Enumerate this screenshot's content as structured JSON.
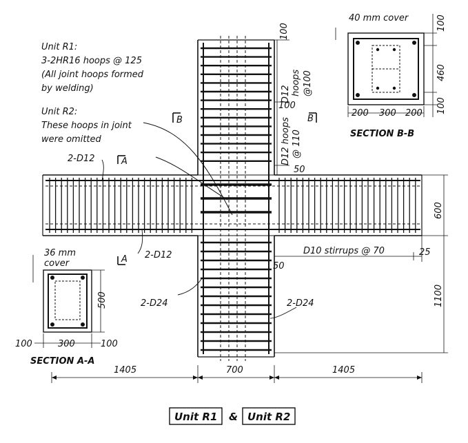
{
  "notes": {
    "r1": [
      "Unit R1:",
      "3-2HR16 hoops @ 125",
      "(All joint hoops formed",
      "by welding)"
    ],
    "r2": [
      "Unit R2:",
      "These hoops in joint",
      "were omitted"
    ]
  },
  "labels": {
    "beam_top_bars": "2-D12",
    "beam_bot_bars": "2-D12",
    "col_bars_left": "2-D24",
    "col_bars_right": "2-D24",
    "sec_a_top": "A",
    "sec_a_bot": "A",
    "sec_b_left": "B",
    "sec_b_right": "B",
    "stirrups": "D10 stirrups @ 70",
    "col_hoops_upper_a": "D12",
    "col_hoops_upper_b": "hoops",
    "col_hoops_upper_c": "@100",
    "col_hoops_lower_a": "D12 hoops",
    "col_hoops_lower_b": "@ 110"
  },
  "dims": {
    "d100_top": "100",
    "d100_mid": "100",
    "d50_top": "50",
    "d50_bot": "50",
    "d600": "600",
    "d25": "25",
    "d1100": "1100",
    "d1405_left": "1405",
    "d700": "700",
    "d1405_right": "1405"
  },
  "section_a": {
    "title": "SECTION A-A",
    "cover": [
      "36 mm",
      "cover"
    ],
    "d500": "500",
    "d100_left": "100",
    "d300": "300",
    "d100_right": "100"
  },
  "section_b": {
    "title": "SECTION B-B",
    "cover": "40 mm cover",
    "d100_top": "100",
    "d460": "460",
    "d100_bot": "100",
    "d200_left": "200",
    "d300": "300",
    "d200_right": "200"
  },
  "footer": {
    "unit1": "Unit R1",
    "amp": "&",
    "unit2": "Unit R2"
  }
}
